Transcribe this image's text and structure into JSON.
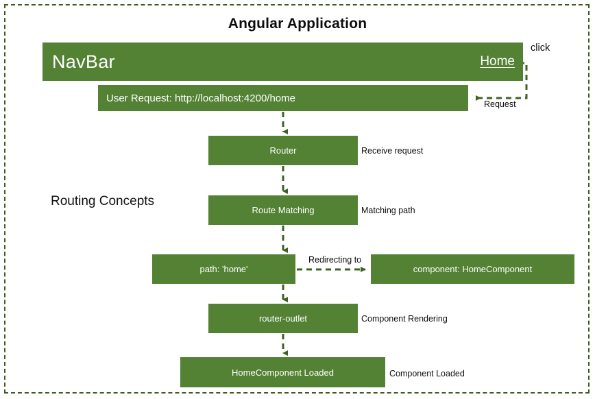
{
  "diagram": {
    "title": "Angular Application",
    "side_label": "Routing Concepts",
    "colors": {
      "node_fill": "#538234",
      "node_text": "#ffffff",
      "connector": "#3f6124",
      "frame_border": "#3c5c22",
      "title_text": "#0d0d0d"
    }
  },
  "navbar": {
    "title": "NavBar",
    "home_link": "Home"
  },
  "nodes": {
    "user_request": "User Request: http://localhost:4200/home",
    "router": "Router",
    "route_matching": "Route Matching",
    "path": "path: 'home'",
    "component": "component: HomeComponent",
    "router_outlet": "router-outlet",
    "home_loaded": "HomeComponent Loaded"
  },
  "annotations": {
    "click": "click",
    "request": "Request",
    "receive_request": "Receive request",
    "matching_path": "Matching path",
    "redirecting_to": "Redirecting to",
    "component_rendering": "Component Rendering",
    "component_loaded": "Component Loaded"
  }
}
